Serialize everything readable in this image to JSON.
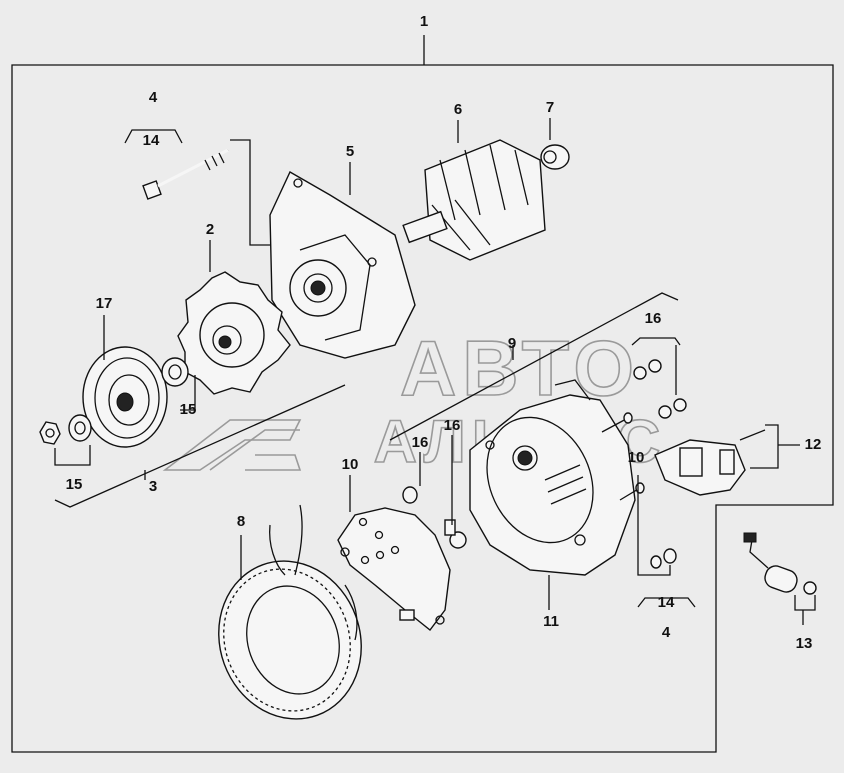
{
  "watermark": {
    "line1": "АВТО",
    "line2": "АЛЬЯНС"
  },
  "labels": {
    "l1": "1",
    "l2": "2",
    "l3": "3",
    "l4_top": "4",
    "l4_bottom": "4",
    "l5": "5",
    "l6": "6",
    "l7": "7",
    "l8": "8",
    "l9": "9",
    "l10_left": "10",
    "l10_right": "10",
    "l11": "11",
    "l12": "12",
    "l13": "13",
    "l14_top": "14",
    "l14_bottom": "14",
    "l15_a": "15",
    "l15_b": "15",
    "l16_a": "16",
    "l16_b": "16",
    "l16_c": "16",
    "l17": "17"
  }
}
